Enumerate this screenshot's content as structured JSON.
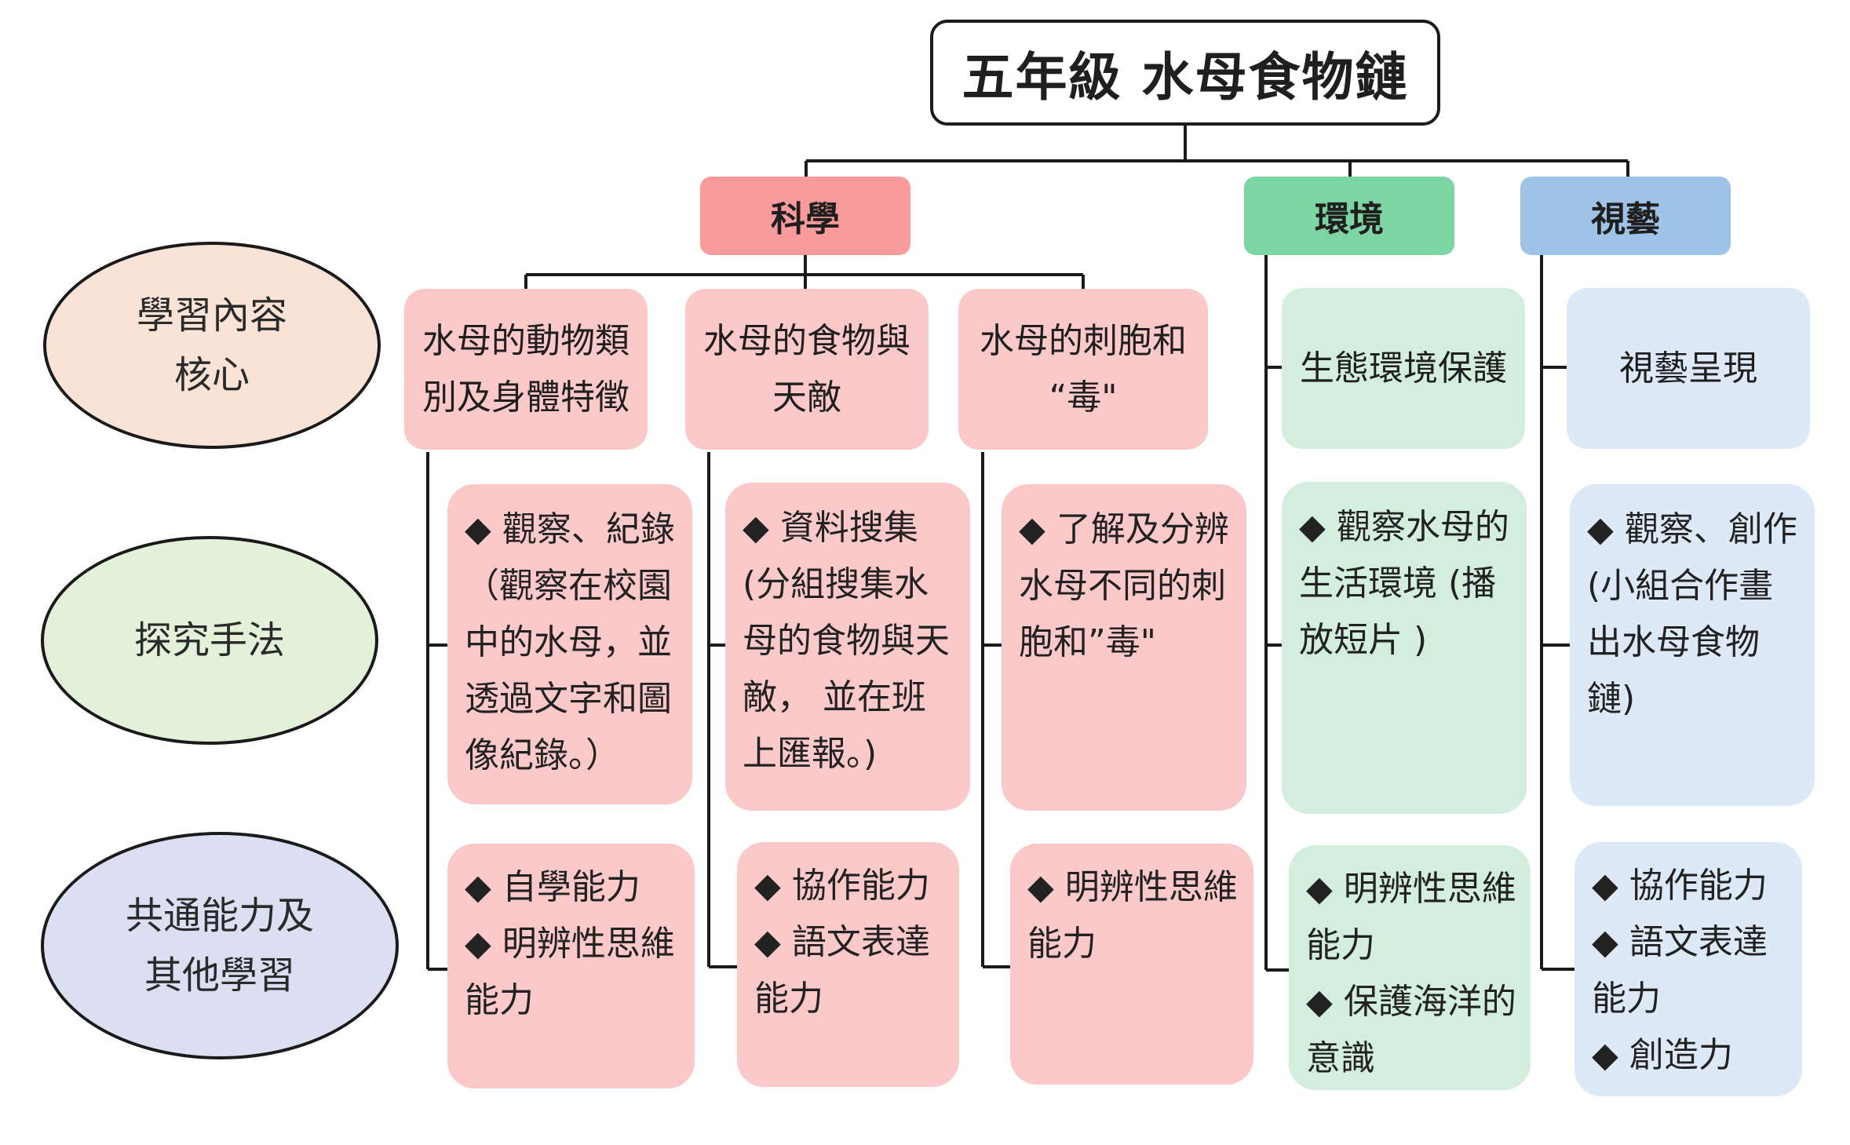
{
  "title": "五年級 水母食物鏈",
  "categories": {
    "science": "科學",
    "environment": "環境",
    "visual_arts": "視藝"
  },
  "row_labels": {
    "learning_content": "學習內容\n核心",
    "inquiry_method": "探究手法",
    "common_abilities": "共通能力及\n其他學習"
  },
  "topics": {
    "sci_1": "水母的動物類\n別及身體特徵",
    "sci_2": "水母的食物與\n天敵",
    "sci_3": "水母的刺胞和\n“毒\"",
    "env": "生態環境保護",
    "art": "視藝呈現"
  },
  "inquiry": {
    "sci_1": "◆ 觀察、紀錄\n（觀察在校園\n中的水母，並\n透過文字和圖\n像紀錄。）",
    "sci_2": "◆ 資料搜集\n(分組搜集水\n母的食物與天\n敵， 並在班\n上匯報。)",
    "sci_3": "◆ 了解及分辨\n水母不同的刺\n胞和”毒\"",
    "env": "◆ 觀察水母的\n生活環境 (播\n放短片 )",
    "art": "◆ 觀察、創作\n(小組合作畫\n出水母食物鏈)"
  },
  "abilities": {
    "sci_1": "◆ 自學能力\n◆ 明辨性思維\n能力",
    "sci_2": "◆ 協作能力\n◆ 語文表達\n能力",
    "sci_3": "◆ 明辨性思維\n能力",
    "env": "◆ 明辨性思維\n能力\n◆ 保護海洋的\n意識",
    "art": "◆ 協作能力\n◆ 語文表達\n能力\n◆ 創造力"
  },
  "colors": {
    "science": "#f99a9c",
    "environment": "#7dd5a3",
    "visual_arts": "#9fc3e7",
    "pink_card": "#fbc9ca",
    "green_card": "#d3eedd",
    "blue_card": "#dde9f6"
  }
}
